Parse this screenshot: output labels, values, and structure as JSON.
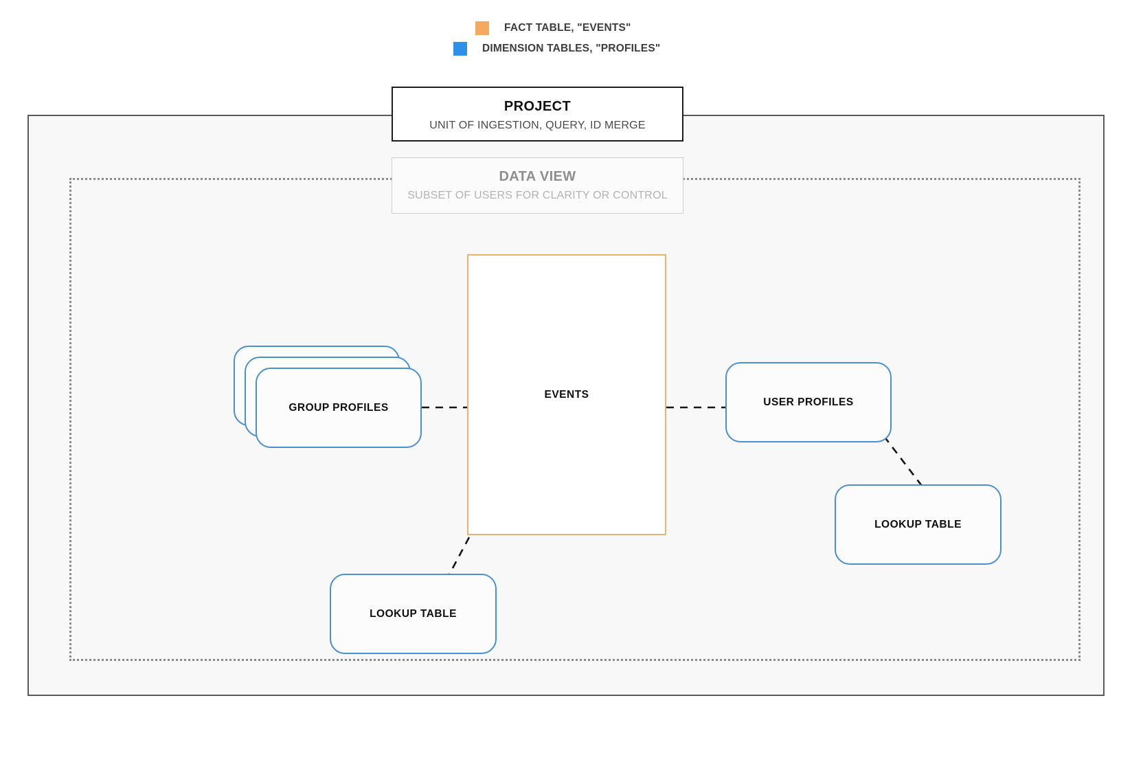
{
  "legend": {
    "items": [
      {
        "swatch_color": "#f4a95e",
        "label": "FACT TABLE, \"EVENTS\"",
        "icon": "square-swatch-icon"
      },
      {
        "swatch_color": "#2f90e8",
        "label": "DIMENSION TABLES, \"PROFILES\"",
        "icon": "square-swatch-icon"
      }
    ]
  },
  "containers": {
    "project": {
      "title": "PROJECT",
      "subtitle": "UNIT OF INGESTION, QUERY, ID MERGE",
      "border_color": "#1c1c1c",
      "fill_color": "#f8f8f8"
    },
    "data_view": {
      "title": "DATA VIEW",
      "subtitle": "SUBSET OF USERS FOR CLARITY OR CONTROL",
      "border_color": "#8b8b8b",
      "fill_color": "transparent"
    }
  },
  "nodes": {
    "events": {
      "label": "EVENTS",
      "type": "fact-table",
      "color": "#e8b36d"
    },
    "group_profiles": {
      "label": "GROUP PROFILES",
      "type": "dimension-table-stack",
      "color": "#4a90cf",
      "stack_count": 3
    },
    "user_profiles": {
      "label": "USER PROFILES",
      "type": "dimension-table",
      "color": "#4a90cf"
    },
    "lookup_table_left": {
      "label": "LOOKUP TABLE",
      "type": "dimension-table",
      "color": "#4a90cf"
    },
    "lookup_table_right": {
      "label": "LOOKUP TABLE",
      "type": "dimension-table",
      "color": "#4a90cf"
    }
  },
  "connectors": [
    {
      "from": "group_profiles",
      "to": "events",
      "style": "dashed",
      "color": "#151515"
    },
    {
      "from": "events",
      "to": "user_profiles",
      "style": "dashed",
      "color": "#151515"
    },
    {
      "from": "user_profiles",
      "to": "lookup_table_right",
      "style": "dashed",
      "color": "#151515"
    },
    {
      "from": "events",
      "to": "lookup_table_left",
      "style": "dashed",
      "color": "#151515"
    }
  ]
}
